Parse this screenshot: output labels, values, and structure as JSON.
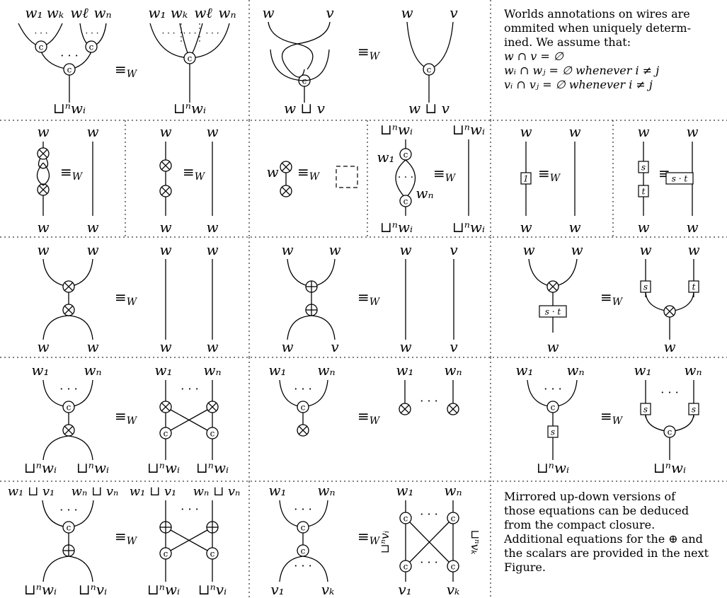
{
  "labels": {
    "w": "w",
    "v": "v",
    "w1": "w₁",
    "wk": "wₖ",
    "wl": "wℓ",
    "wn": "wₙ",
    "v1": "v₁",
    "vk": "vₖ",
    "sqcup_wi": "⊔ⁿwᵢ",
    "sqcup_vi": "⊔ⁿvᵢ",
    "w_sqcup_v": "w ⊔ v",
    "w1_sqcup_v1": "w₁ ⊔ v₁",
    "wn_sqcup_vn": "wₙ ⊔ vₙ",
    "sqcup_vi_rot1": "⊔ⁿvᵢ",
    "sqcup_vk_rot": "⊔ⁿvₖ"
  },
  "equiv": "≡",
  "equiv_sub": "W",
  "nodes": {
    "copy": "c",
    "tensor": "⊗",
    "plus": "⊕"
  },
  "scalars": {
    "one": "1",
    "s": "s",
    "t": "t",
    "st": "s · t"
  },
  "dots": "· · ·",
  "notes": {
    "top_right": [
      "Worlds annotations on wires are",
      "ommited when uniquely determ-",
      "ined. We assume that:",
      "w ∩ v = ∅",
      "wᵢ ∩ wⱼ = ∅ whenever i ≠ j",
      "vᵢ ∩ vⱼ = ∅ whenever i ≠ j"
    ],
    "bottom_right": [
      "Mirrored up-down versions of",
      "those equations can be deduced",
      "from the compact closure.",
      "Additional equations for the ⊕ and",
      "the scalars are provided in the next",
      "Figure."
    ]
  }
}
